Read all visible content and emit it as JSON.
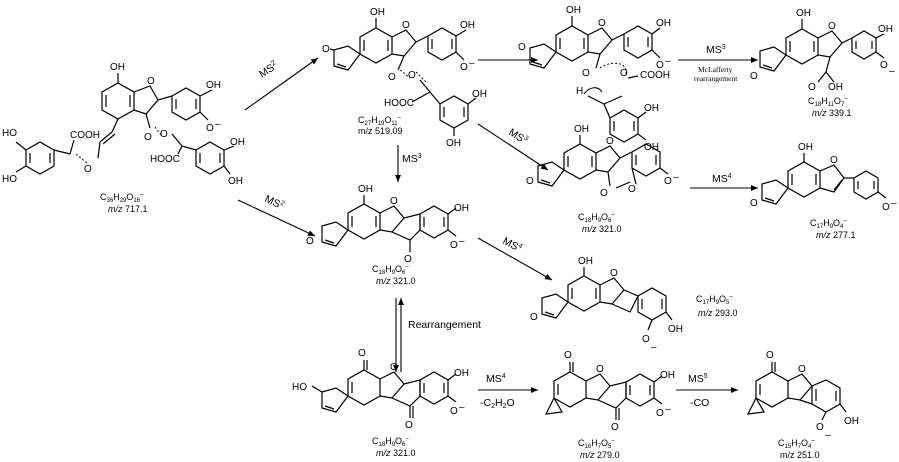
{
  "labels": {
    "ms2": "MS",
    "ms2_sup": "2",
    "ms3": "MS",
    "ms3_sup": "3",
    "ms4": "MS",
    "ms4_sup": "4",
    "ms5": "MS",
    "ms5_sup": "5",
    "mclafferty": "McLafferty",
    "rearrangement_small": "rearrangement",
    "rearrangement": "Rearrangement",
    "loss_c2h2o": "-C",
    "loss_c2h2o_sub2": "2",
    "loss_c2h2o_mid": "H",
    "loss_c2h2o_sub2b": "2",
    "loss_c2h2o_end": "O",
    "loss_co": "-CO"
  },
  "atoms": {
    "OH": "OH",
    "HO": "HO",
    "O": "O",
    "O_minus": "O",
    "minus": "–",
    "COOH": "COOH",
    "HOOC": "HOOC",
    "H": "H"
  },
  "compounds": [
    {
      "id": "parent",
      "formula": "C36H29O16-",
      "f_main": "C",
      "f_parts": [
        "36",
        "H",
        "29",
        "O",
        "16"
      ],
      "mz_prefix": "m/z",
      "mz": "717.1"
    },
    {
      "id": "c27",
      "f_parts": [
        "27",
        "H",
        "19",
        "O",
        "11"
      ],
      "mz_prefix": "m/z",
      "mz": "519.09"
    },
    {
      "id": "c18_339",
      "f_parts": [
        "18",
        "H",
        "11",
        "O",
        "7"
      ],
      "mz_prefix": "m/z",
      "mz": "339.1"
    },
    {
      "id": "c18_321a",
      "f_parts": [
        "18",
        "H",
        "9",
        "O",
        "6"
      ],
      "mz_prefix": "m/z",
      "mz": "321.0"
    },
    {
      "id": "c17_277",
      "f_parts": [
        "17",
        "H",
        "9",
        "O",
        "4"
      ],
      "mz_prefix": "m/z",
      "mz": "277.1"
    },
    {
      "id": "c18_321b",
      "f_parts": [
        "18",
        "H",
        "9",
        "O",
        "6"
      ],
      "mz_prefix": "m/z",
      "mz": "321.0"
    },
    {
      "id": "c17_293",
      "f_parts": [
        "17",
        "H",
        "9",
        "O",
        "5"
      ],
      "mz_prefix": "m/z",
      "mz": "293.0"
    },
    {
      "id": "c18_321c",
      "f_parts": [
        "18",
        "H",
        "9",
        "O",
        "6"
      ],
      "mz_prefix": "m/z",
      "mz": "321.0"
    },
    {
      "id": "c16_279",
      "f_parts": [
        "16",
        "H",
        "7",
        "O",
        "5"
      ],
      "mz_prefix": "m/z",
      "mz": "279.0"
    },
    {
      "id": "c15_251",
      "f_parts": [
        "15",
        "H",
        "7",
        "O",
        "4"
      ],
      "mz_prefix": "m/z",
      "mz": "251.0"
    }
  ]
}
